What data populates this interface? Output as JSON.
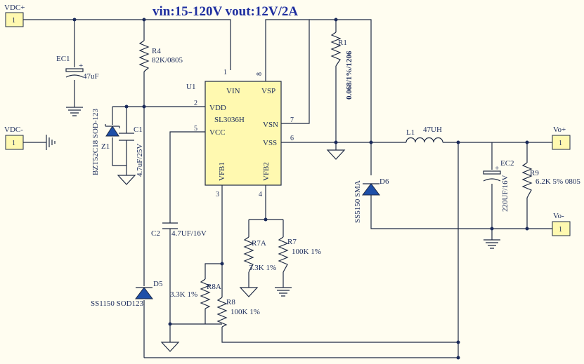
{
  "title": "vin:15-120V vout:12V/2A",
  "ports": {
    "vdc_plus": {
      "name": "VDC+",
      "pin": "1"
    },
    "vdc_minus": {
      "name": "VDC-",
      "pin": "1"
    },
    "vo_plus": {
      "name": "Vo+",
      "pin": "1"
    },
    "vo_minus": {
      "name": "Vo-",
      "pin": "1"
    }
  },
  "ic": {
    "designator": "U1",
    "part": "SL3036H",
    "pins": {
      "vin": "VIN",
      "vsp": "VSP",
      "vdd": "VDD",
      "vcc": "VCC",
      "vsn": "VSN",
      "vss": "VSS",
      "vfb1": "VFB1",
      "vfb2": "VFB2"
    },
    "pin_numbers": {
      "vin": "1",
      "vsp": "8",
      "vdd": "2",
      "vcc": "5",
      "vsn": "7",
      "vss": "6",
      "vfb1": "3",
      "vfb2": "4"
    }
  },
  "components": {
    "ec1": {
      "designator": "EC1",
      "value": "47uF",
      "polarity": "+"
    },
    "r4": {
      "designator": "R4",
      "value": "82K/0805"
    },
    "z1": {
      "designator": "Z1",
      "value": "BZT52C18 SOD-123"
    },
    "c1": {
      "designator": "C1",
      "value": "4.7uF/25V"
    },
    "c2": {
      "designator": "C2",
      "value": "4.7UF/16V"
    },
    "d5": {
      "designator": "D5",
      "value": "SS1150 SOD123"
    },
    "r1": {
      "designator": "R1",
      "value": "0.068/1%/1206"
    },
    "d6": {
      "designator": "D6",
      "value": "SS5150 SMA"
    },
    "l1": {
      "designator": "L1",
      "value": "47UH"
    },
    "ec2": {
      "designator": "EC2",
      "value": "220UF/16V",
      "polarity": "+"
    },
    "r9": {
      "designator": "R9",
      "value": "6.2K 5% 0805"
    },
    "r7a": {
      "designator": "R7A",
      "value": "3.3K 1%"
    },
    "r7": {
      "designator": "R7",
      "value": "100K 1%"
    },
    "r8a": {
      "designator": "R8A",
      "value": "3.3K 1%"
    },
    "r8": {
      "designator": "R8",
      "value": "100K 1%"
    }
  }
}
